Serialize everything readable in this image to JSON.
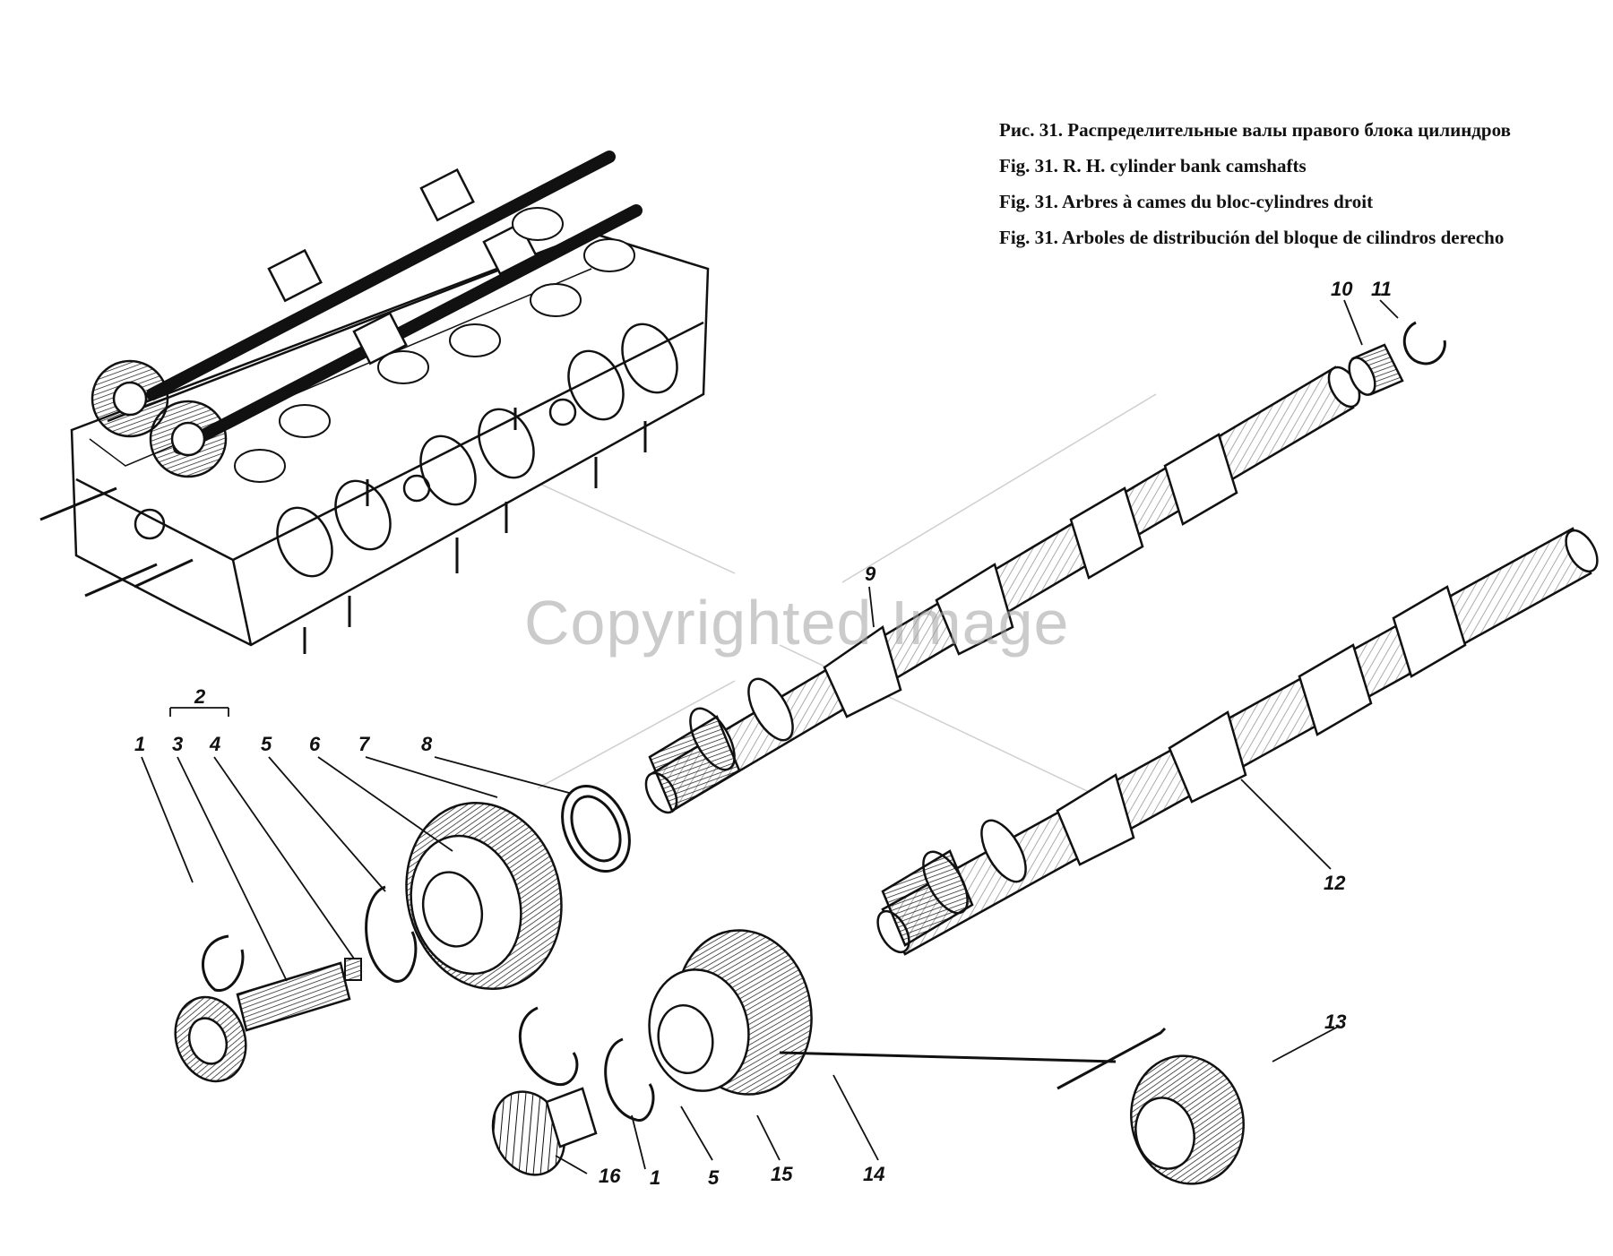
{
  "figure": {
    "captions": [
      "Рис. 31. Распределительные валы правого блока цилиндров",
      "Fig. 31. R. H. cylinder bank camshafts",
      "Fig. 31. Arbres à cames du bloc-cylindres droit",
      "Fig. 31. Arboles de distribución del bloque de cilindros derecho"
    ],
    "watermark": "Copyrighted Image"
  },
  "callouts": {
    "c1a": "1",
    "c2": "2",
    "c3": "3",
    "c4": "4",
    "c5a": "5",
    "c6": "6",
    "c7": "7",
    "c8": "8",
    "c9": "9",
    "c10": "10",
    "c11": "11",
    "c12": "12",
    "c13": "13",
    "c14": "14",
    "c15": "15",
    "c16": "16",
    "c1b": "1",
    "c5b": "5"
  },
  "colors": {
    "ink": "#111111",
    "paper": "#ffffff",
    "watermark": "#a0a0a0"
  }
}
